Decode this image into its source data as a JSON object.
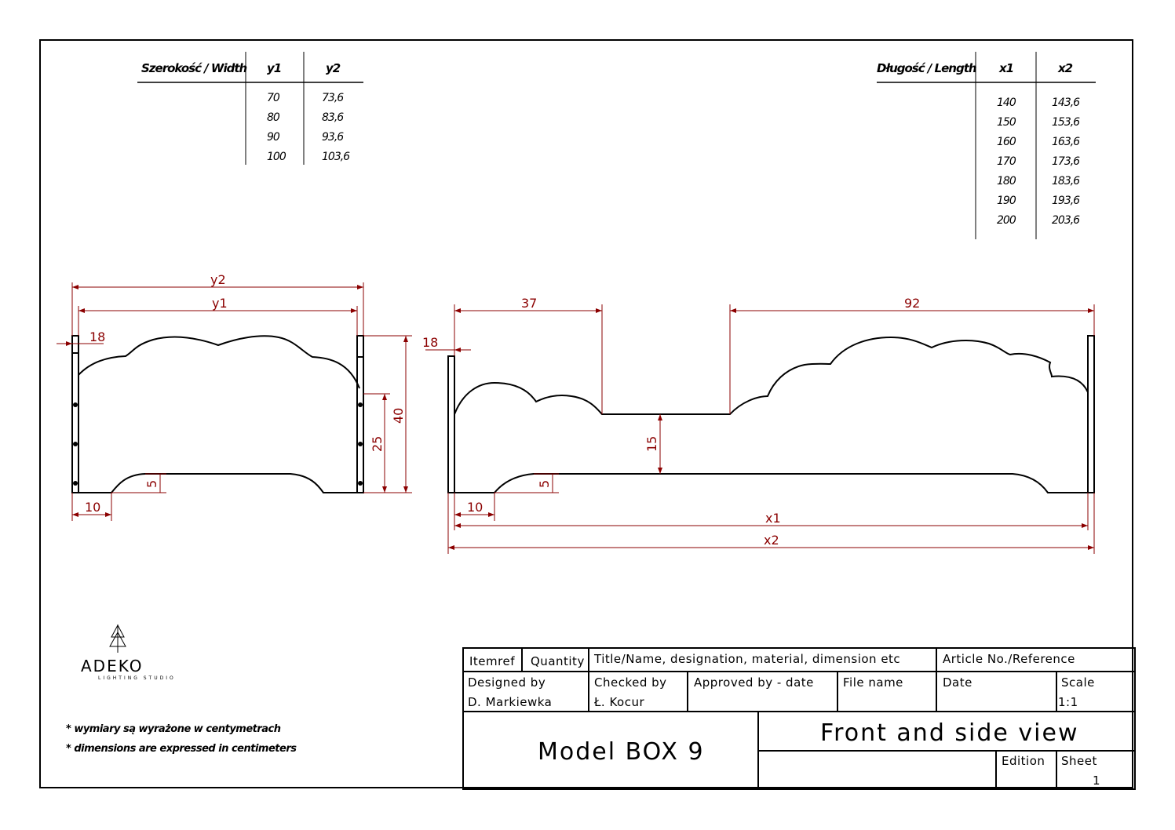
{
  "width_table": {
    "header": "Szerokość / Width",
    "col1": "y1",
    "col2": "y2",
    "rows": [
      [
        "70",
        "73,6"
      ],
      [
        "80",
        "83,6"
      ],
      [
        "90",
        "93,6"
      ],
      [
        "100",
        "103,6"
      ]
    ]
  },
  "length_table": {
    "header": "Długość / Length",
    "col1": "x1",
    "col2": "x2",
    "rows": [
      [
        "140",
        "143,6"
      ],
      [
        "150",
        "153,6"
      ],
      [
        "160",
        "163,6"
      ],
      [
        "170",
        "173,6"
      ],
      [
        "180",
        "183,6"
      ],
      [
        "190",
        "193,6"
      ],
      [
        "200",
        "203,6"
      ]
    ]
  },
  "front_view_dims": {
    "y2": "y2",
    "y1": "y1",
    "d18": "18",
    "d40": "40",
    "d25": "25",
    "d5": "5",
    "d10": "10"
  },
  "side_view_dims": {
    "d37": "37",
    "d92": "92",
    "d18": "18",
    "d15": "15",
    "d5": "5",
    "d10": "10",
    "x1": "x1",
    "x2": "x2"
  },
  "logo": {
    "name": "ADEKO",
    "sub": "LIGHTING STUDIO"
  },
  "notes": [
    "* wymiary są wyrażone w centymetrach",
    "* dimensions are expressed in centimeters"
  ],
  "title_block": {
    "itemref": "Itemref",
    "quantity": "Quantity",
    "title_label": "Title/Name, designation, material, dimension etc",
    "article": "Article No./Reference",
    "designed_by_label": "Designed by",
    "designed_by": "D. Markiewka",
    "checked_by_label": "Checked by",
    "checked_by": "Ł. Kocur",
    "approved_label": "Approved by - date",
    "file_name_label": "File name",
    "date_label": "Date",
    "scale_label": "Scale",
    "scale": "1:1",
    "model": "Model BOX 9",
    "view_title": "Front and side view",
    "edition_label": "Edition",
    "sheet_label": "Sheet",
    "sheet": "1"
  },
  "colors": {
    "line": "#000000",
    "dimension": "#8b0000"
  }
}
